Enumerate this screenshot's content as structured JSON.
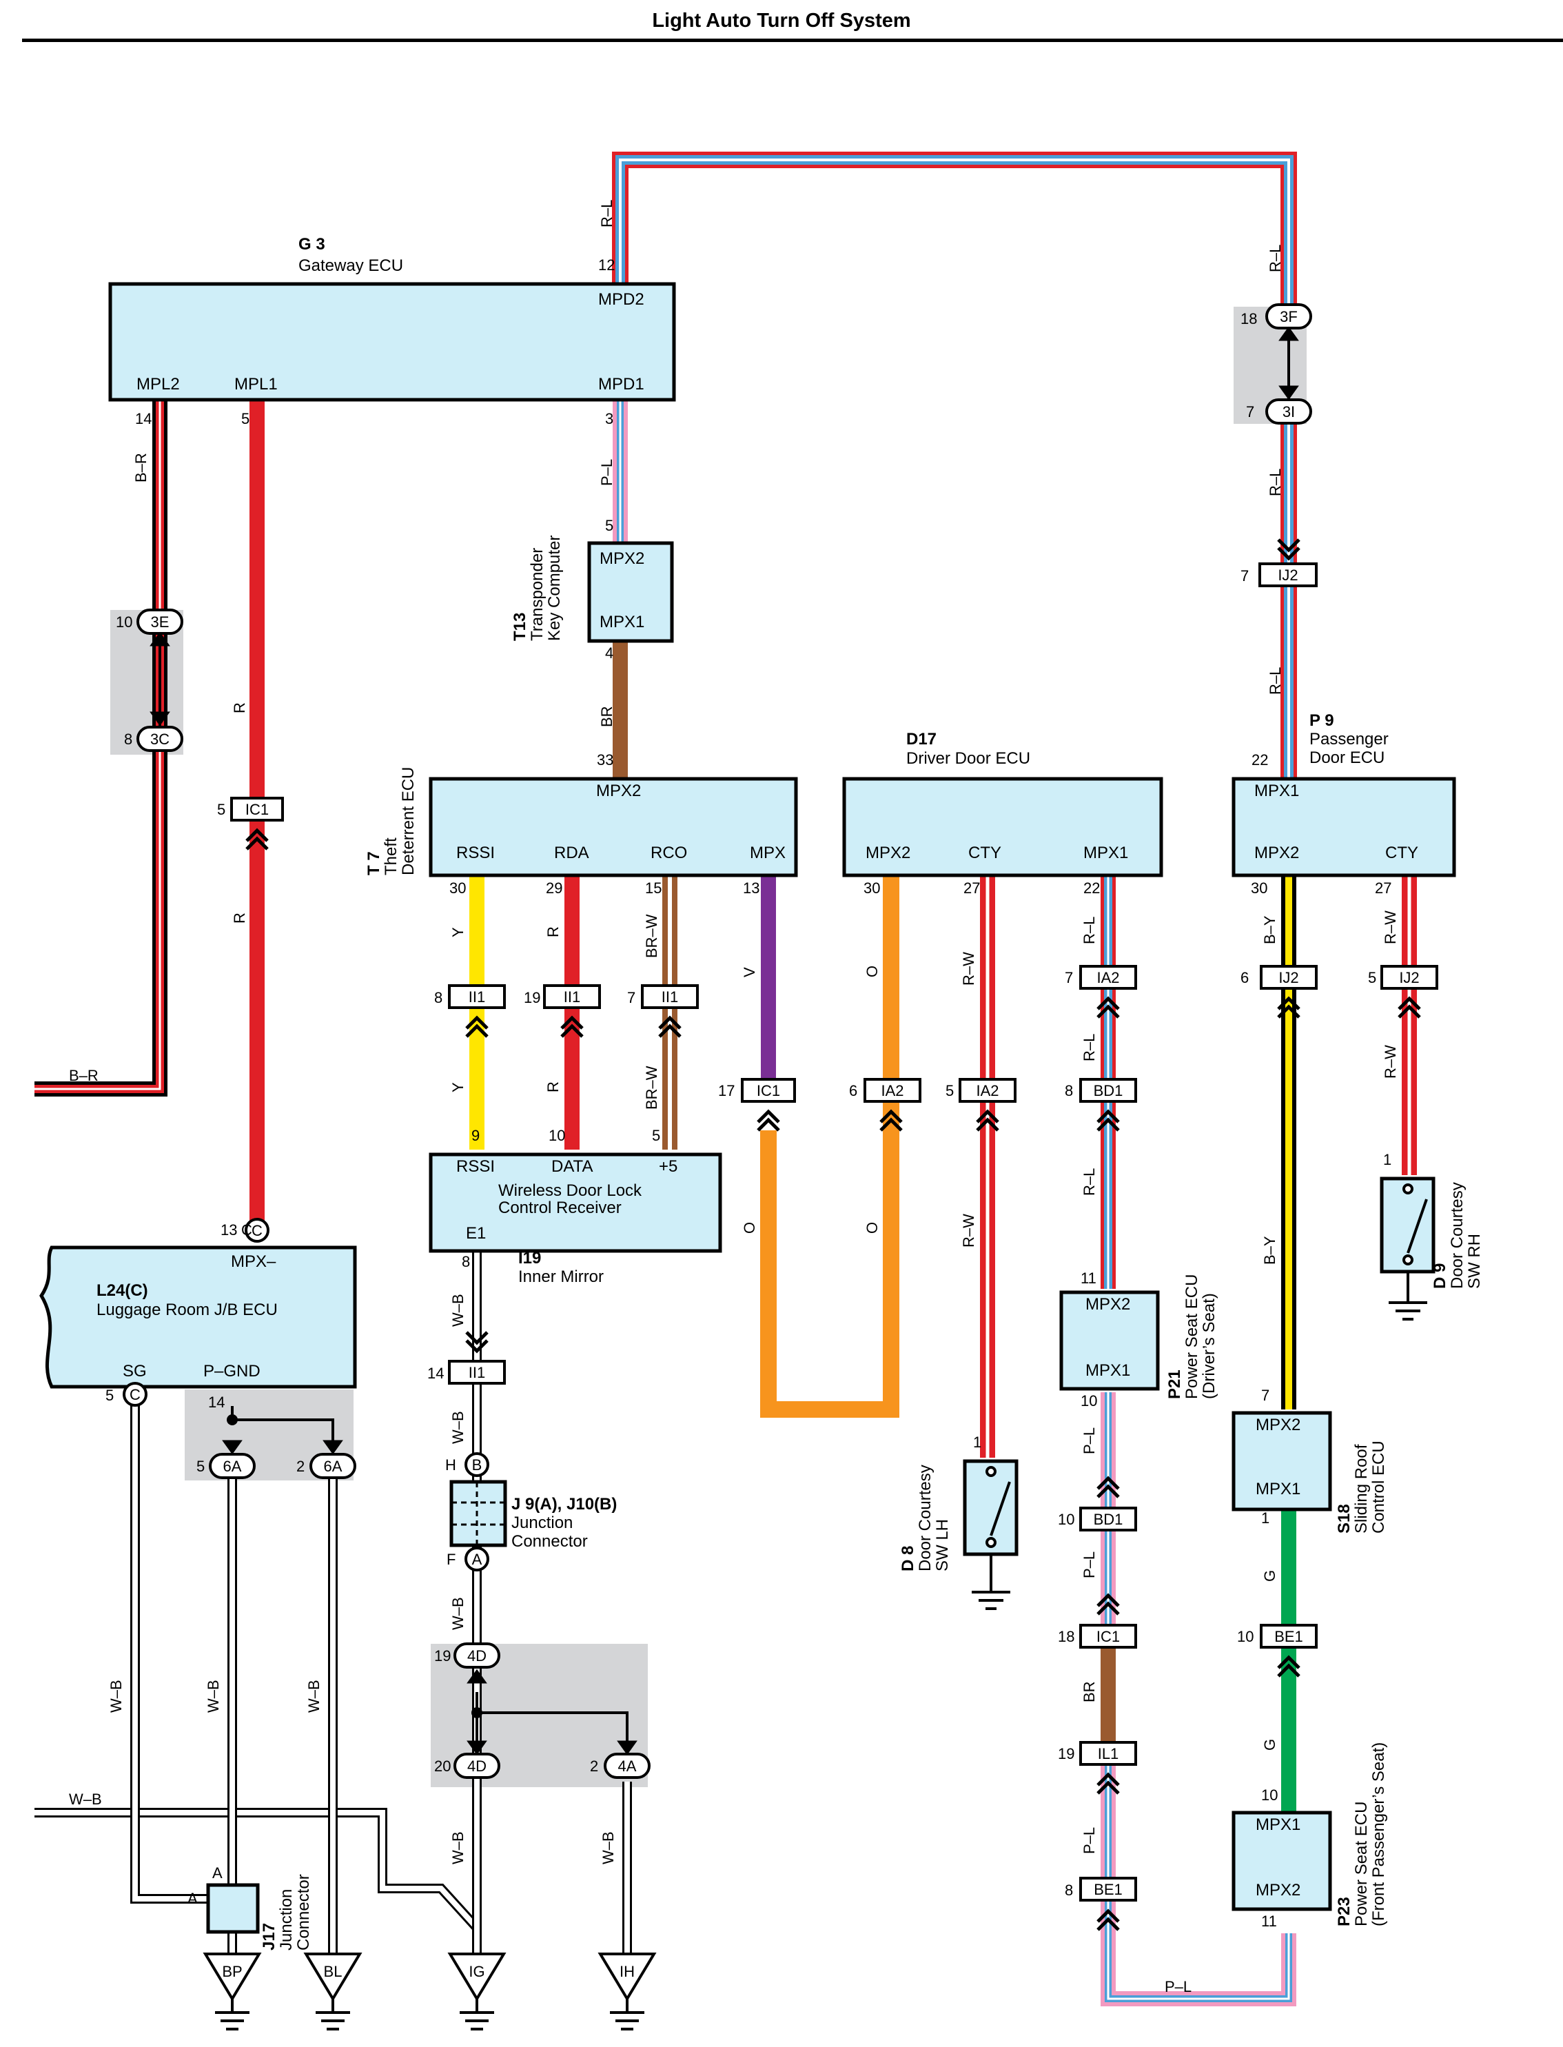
{
  "title": "Light Auto Turn Off System",
  "colors": {
    "box_fill": "#cfeef8",
    "splice_fill": "#d4d5d7",
    "red": "#e02027",
    "blue": "#4a9fd8",
    "pink": "#f29ac0",
    "yellow": "#ffe600",
    "brown": "#9a5a2f",
    "violet": "#7a2f95",
    "orange": "#f7941d",
    "green": "#00a651",
    "black": "#000000"
  },
  "components": {
    "g3": {
      "id": "G 3",
      "name": "Gateway ECU",
      "pins": {
        "mpd2": "MPD2",
        "mpl2": "MPL2",
        "mpl1": "MPL1",
        "mpd1": "MPD1"
      }
    },
    "t13": {
      "id": "T13",
      "name1": "Transponder",
      "name2": "Key Computer",
      "pins": {
        "mpx2": "MPX2",
        "mpx1": "MPX1"
      }
    },
    "t7": {
      "id": "T 7",
      "name1": "Theft",
      "name2": "Deterrent ECU",
      "pins": {
        "mpx2": "MPX2",
        "rssi": "RSSI",
        "rda": "RDA",
        "rco": "RCO",
        "mpx": "MPX"
      }
    },
    "d17": {
      "id": "D17",
      "name": "Driver Door ECU",
      "pins": {
        "mpx2": "MPX2",
        "cty": "CTY",
        "mpx1": "MPX1"
      }
    },
    "p9": {
      "id": "P 9",
      "name1": "Passenger",
      "name2": "Door ECU",
      "pins": {
        "mpx1": "MPX1",
        "mpx2": "MPX2",
        "cty": "CTY"
      }
    },
    "i19": {
      "id": "I19",
      "name": "Inner Mirror",
      "line1": "Wireless Door Lock",
      "line2": "Control Receiver",
      "pins": {
        "rssi": "RSSI",
        "data": "DATA",
        "p5": "+5",
        "e1": "E1"
      }
    },
    "l24": {
      "id": "L24(C)",
      "name": "Luggage Room J/B ECU",
      "pins": {
        "mpx": "MPX–",
        "sg": "SG",
        "pgnd": "P–GND"
      }
    },
    "j9": {
      "id": "J 9(A), J10(B)",
      "name1": "Junction",
      "name2": "Connector"
    },
    "j17": {
      "id": "J17",
      "name1": "Junction",
      "name2": "Connector"
    },
    "p21": {
      "id": "P21",
      "name1": "Power Seat ECU",
      "name2": "(Driver’s Seat)",
      "pins": {
        "mpx2": "MPX2",
        "mpx1": "MPX1"
      }
    },
    "s18": {
      "id": "S18",
      "name1": "Sliding Roof",
      "name2": "Control ECU",
      "pins": {
        "mpx2": "MPX2",
        "mpx1": "MPX1"
      }
    },
    "p23": {
      "id": "P23",
      "name1": "Power Seat ECU",
      "name2": "(Front Passenger’s Seat)",
      "pins": {
        "mpx1": "MPX1",
        "mpx2": "MPX2"
      }
    },
    "d8": {
      "id": "D 8",
      "name1": "Door Courtesy",
      "name2": "SW LH"
    },
    "d9": {
      "id": "D 9",
      "name1": "Door Courtesy",
      "name2": "SW RH"
    }
  },
  "wire_labels": [
    "R–L",
    "B–R",
    "R",
    "P–L",
    "BR",
    "Y",
    "BR–W",
    "V",
    "O",
    "R–W",
    "B–Y",
    "W–B",
    "G"
  ],
  "pin_numbers": [
    "12",
    "14",
    "5",
    "3",
    "4",
    "33",
    "30",
    "29",
    "15",
    "13",
    "27",
    "22",
    "7",
    "10",
    "8",
    "19",
    "17",
    "6",
    "9",
    "1",
    "11",
    "18",
    "2",
    "20",
    "H",
    "F",
    "A"
  ],
  "connectors": [
    "3F",
    "3I",
    "IJ2",
    "3E",
    "3C",
    "IC1",
    "II1",
    "IA2",
    "BD1",
    "BE1",
    "IL1",
    "4D",
    "4A",
    "6A",
    "B",
    "C"
  ],
  "grounds": [
    "BP",
    "BL",
    "IG",
    "IH"
  ]
}
